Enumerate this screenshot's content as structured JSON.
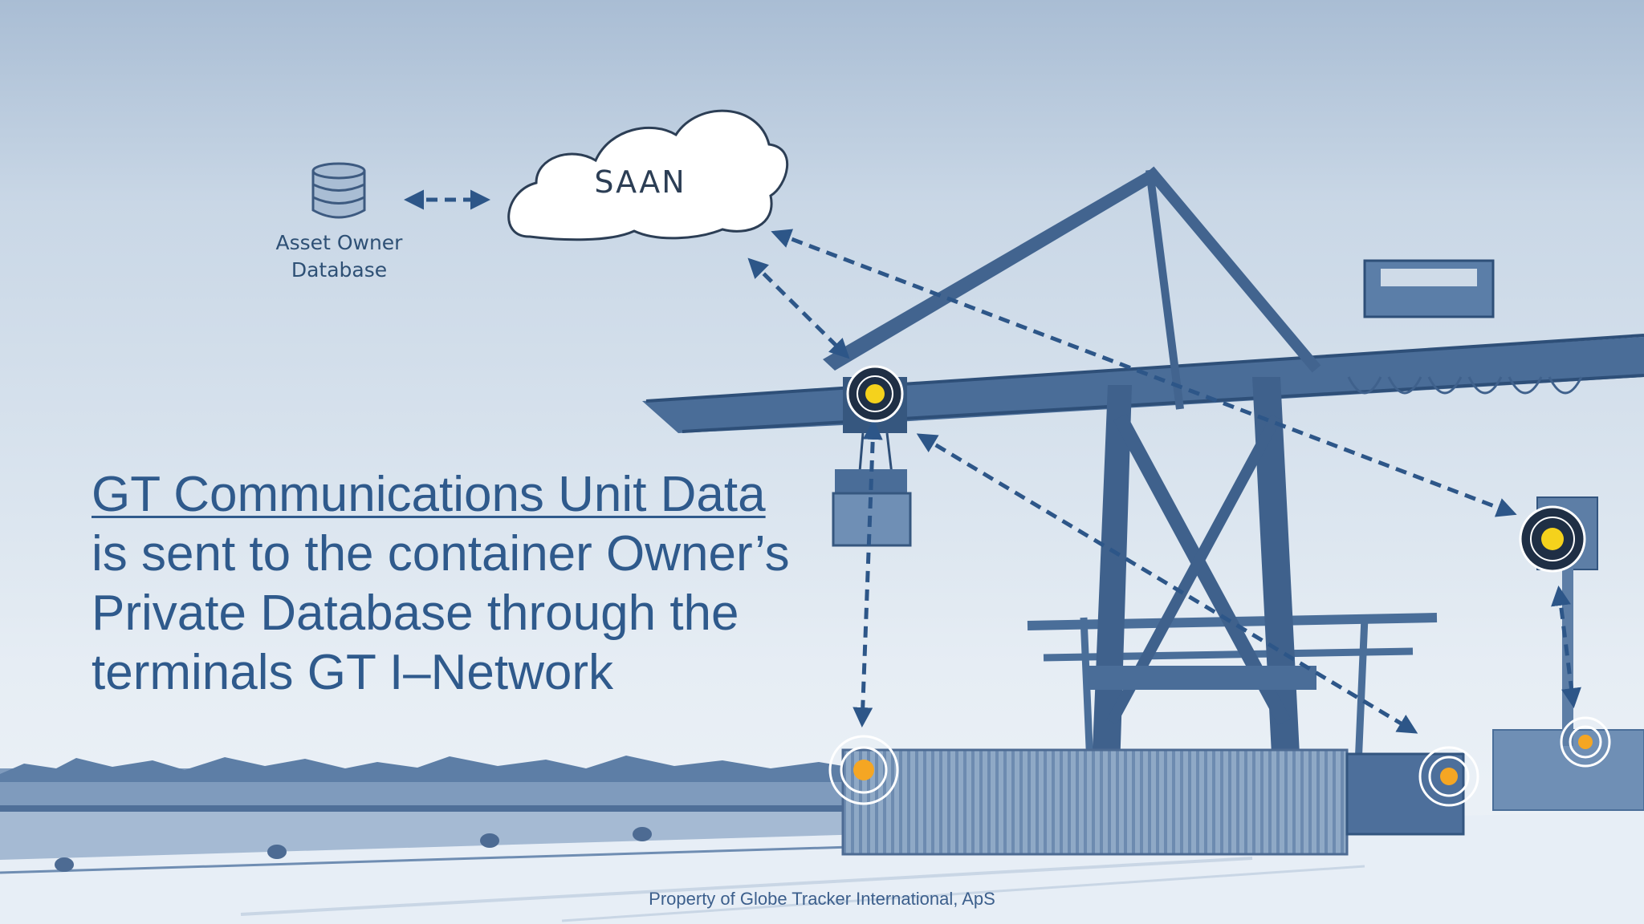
{
  "diagram": {
    "cloud_label": "SAAN",
    "database_label_line1": "Asset Owner",
    "database_label_line2": "Database"
  },
  "headline": {
    "highlight": "GT Communications Unit Data",
    "line2": "is sent to the container Owner’s",
    "line3": "Private Database through the",
    "line4": "terminals GT I–Network"
  },
  "footer": "Property of Globe Tracker International, ApS",
  "colors": {
    "text_blue": "#2f5a8c",
    "arrow": "#2d5688",
    "node_yellow": "#f5d21c",
    "node_orange": "#f5a623"
  }
}
